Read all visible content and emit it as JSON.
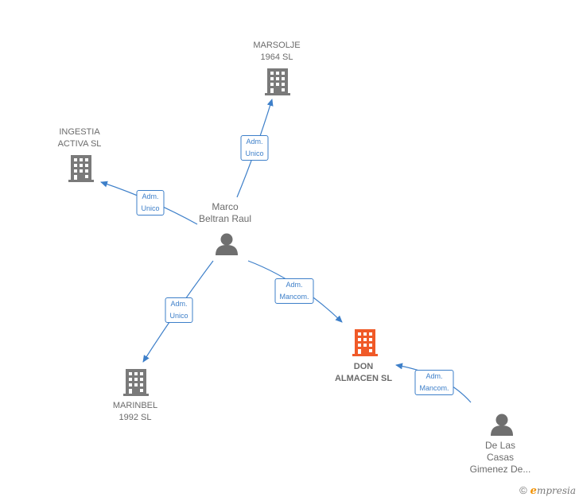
{
  "colors": {
    "edge": "#3d7fc9",
    "company": "#7a7a7a",
    "highlight": "#f05a28",
    "person": "#6f6f6f"
  },
  "nodes": {
    "marsolje": {
      "label": "MARSOLJE\n1964 SL",
      "icon": "building-icon"
    },
    "ingestia": {
      "label": "INGESTIA\nACTIVA  SL",
      "icon": "building-icon"
    },
    "marco": {
      "label": "Marco\nBeltran Raul",
      "icon": "person-icon"
    },
    "marinbel": {
      "label": "MARINBEL\n1992 SL",
      "icon": "building-icon"
    },
    "don_almacen": {
      "label": "DON\nALMACEN  SL",
      "icon": "building-icon"
    },
    "de_las_casas": {
      "label": "De Las\nCasas\nGimenez De...",
      "icon": "person-icon"
    }
  },
  "edges": {
    "marco_marsolje": "Adm.\nUnico",
    "marco_ingestia": "Adm.\nUnico",
    "marco_marinbel": "Adm.\nUnico",
    "marco_don_almacen": "Adm.\nMancom.",
    "casas_don_almacen": "Adm.\nMancom."
  },
  "brand": {
    "copyright": "©",
    "initial": "e",
    "name": "mpresia"
  }
}
